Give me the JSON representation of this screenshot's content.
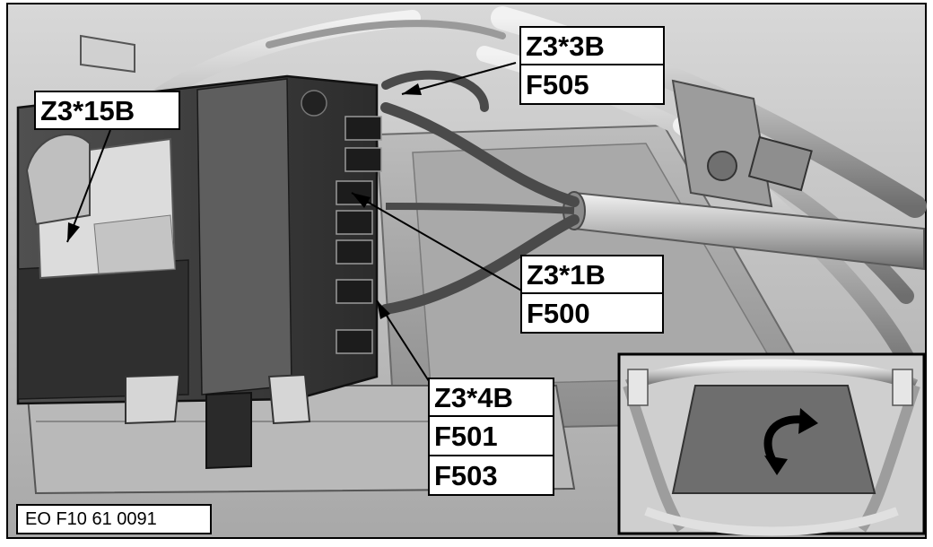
{
  "callouts": {
    "z3_15b": {
      "code": "Z3*15B"
    },
    "z3_3b": {
      "code": "Z3*3B",
      "fuse": "F505"
    },
    "z3_1b": {
      "code": "Z3*1B",
      "fuse": "F500"
    },
    "z3_4b": {
      "code": "Z3*4B",
      "fuses": [
        "F501",
        "F503"
      ]
    }
  },
  "figure_id": "EO F10 61 0091",
  "colors": {
    "ink": "#000000",
    "paper": "#ffffff",
    "metal": "#c9c9c9",
    "shadow": "#3a3a3a"
  },
  "icons": {
    "inset_arrow": "curved-arrow-icon"
  }
}
